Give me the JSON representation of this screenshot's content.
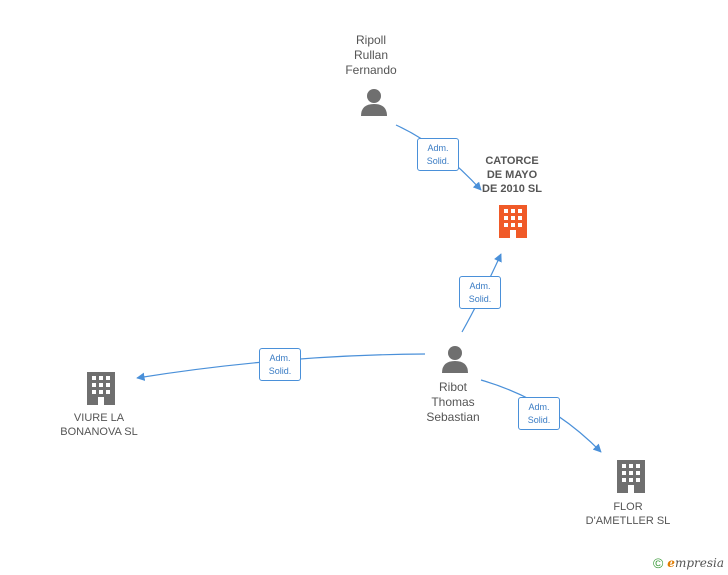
{
  "colors": {
    "edge": "#4a90d9",
    "person_icon": "#6f6f6f",
    "company_icon": "#6f6f6f",
    "focus_company_icon": "#f05a28"
  },
  "nodes": {
    "ripoll": {
      "label_lines": [
        "Ripoll",
        "Rullan",
        "Fernando"
      ],
      "icon": "person-icon"
    },
    "catorce": {
      "label_lines": [
        "CATORCE",
        "DE MAYO",
        "DE 2010 SL"
      ],
      "icon": "building-icon"
    },
    "ribot": {
      "label_lines": [
        "Ribot",
        "Thomas",
        "Sebastian"
      ],
      "icon": "person-icon"
    },
    "viure": {
      "label_lines": [
        "VIURE LA",
        "BONANOVA SL"
      ],
      "icon": "building-icon"
    },
    "flor": {
      "label_lines": [
        "FLOR",
        "D'AMETLLER SL"
      ],
      "icon": "building-icon"
    }
  },
  "edges": [
    {
      "from": "ripoll",
      "to": "catorce",
      "badge": [
        "Adm.",
        "Solid."
      ]
    },
    {
      "from": "ribot",
      "to": "catorce",
      "badge": [
        "Adm.",
        "Solid."
      ]
    },
    {
      "from": "ribot",
      "to": "viure",
      "badge": [
        "Adm.",
        "Solid."
      ]
    },
    {
      "from": "ribot",
      "to": "flor",
      "badge": [
        "Adm.",
        "Solid."
      ]
    }
  ],
  "footer": {
    "copyright": "©",
    "brand_initial": "e",
    "brand_rest": "mpresia"
  }
}
